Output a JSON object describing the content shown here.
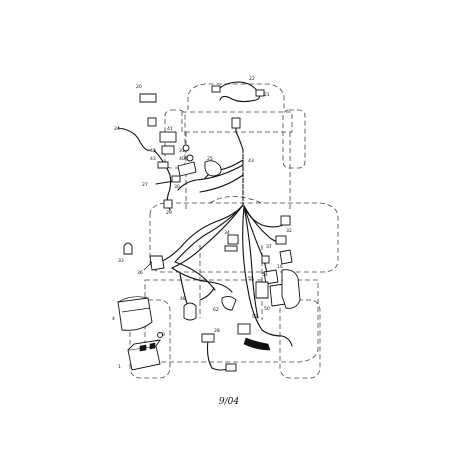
{
  "diagram": {
    "date_code": "9/04",
    "callouts": [
      "22",
      "21",
      "20",
      "24",
      "41",
      "42",
      "43",
      "31",
      "40",
      "25",
      "43",
      "27",
      "29",
      "30",
      "34",
      "33",
      "36",
      "32",
      "37",
      "16",
      "48",
      "62",
      "28",
      "55",
      "54",
      "50",
      "53",
      "4",
      "1",
      "9"
    ]
  }
}
